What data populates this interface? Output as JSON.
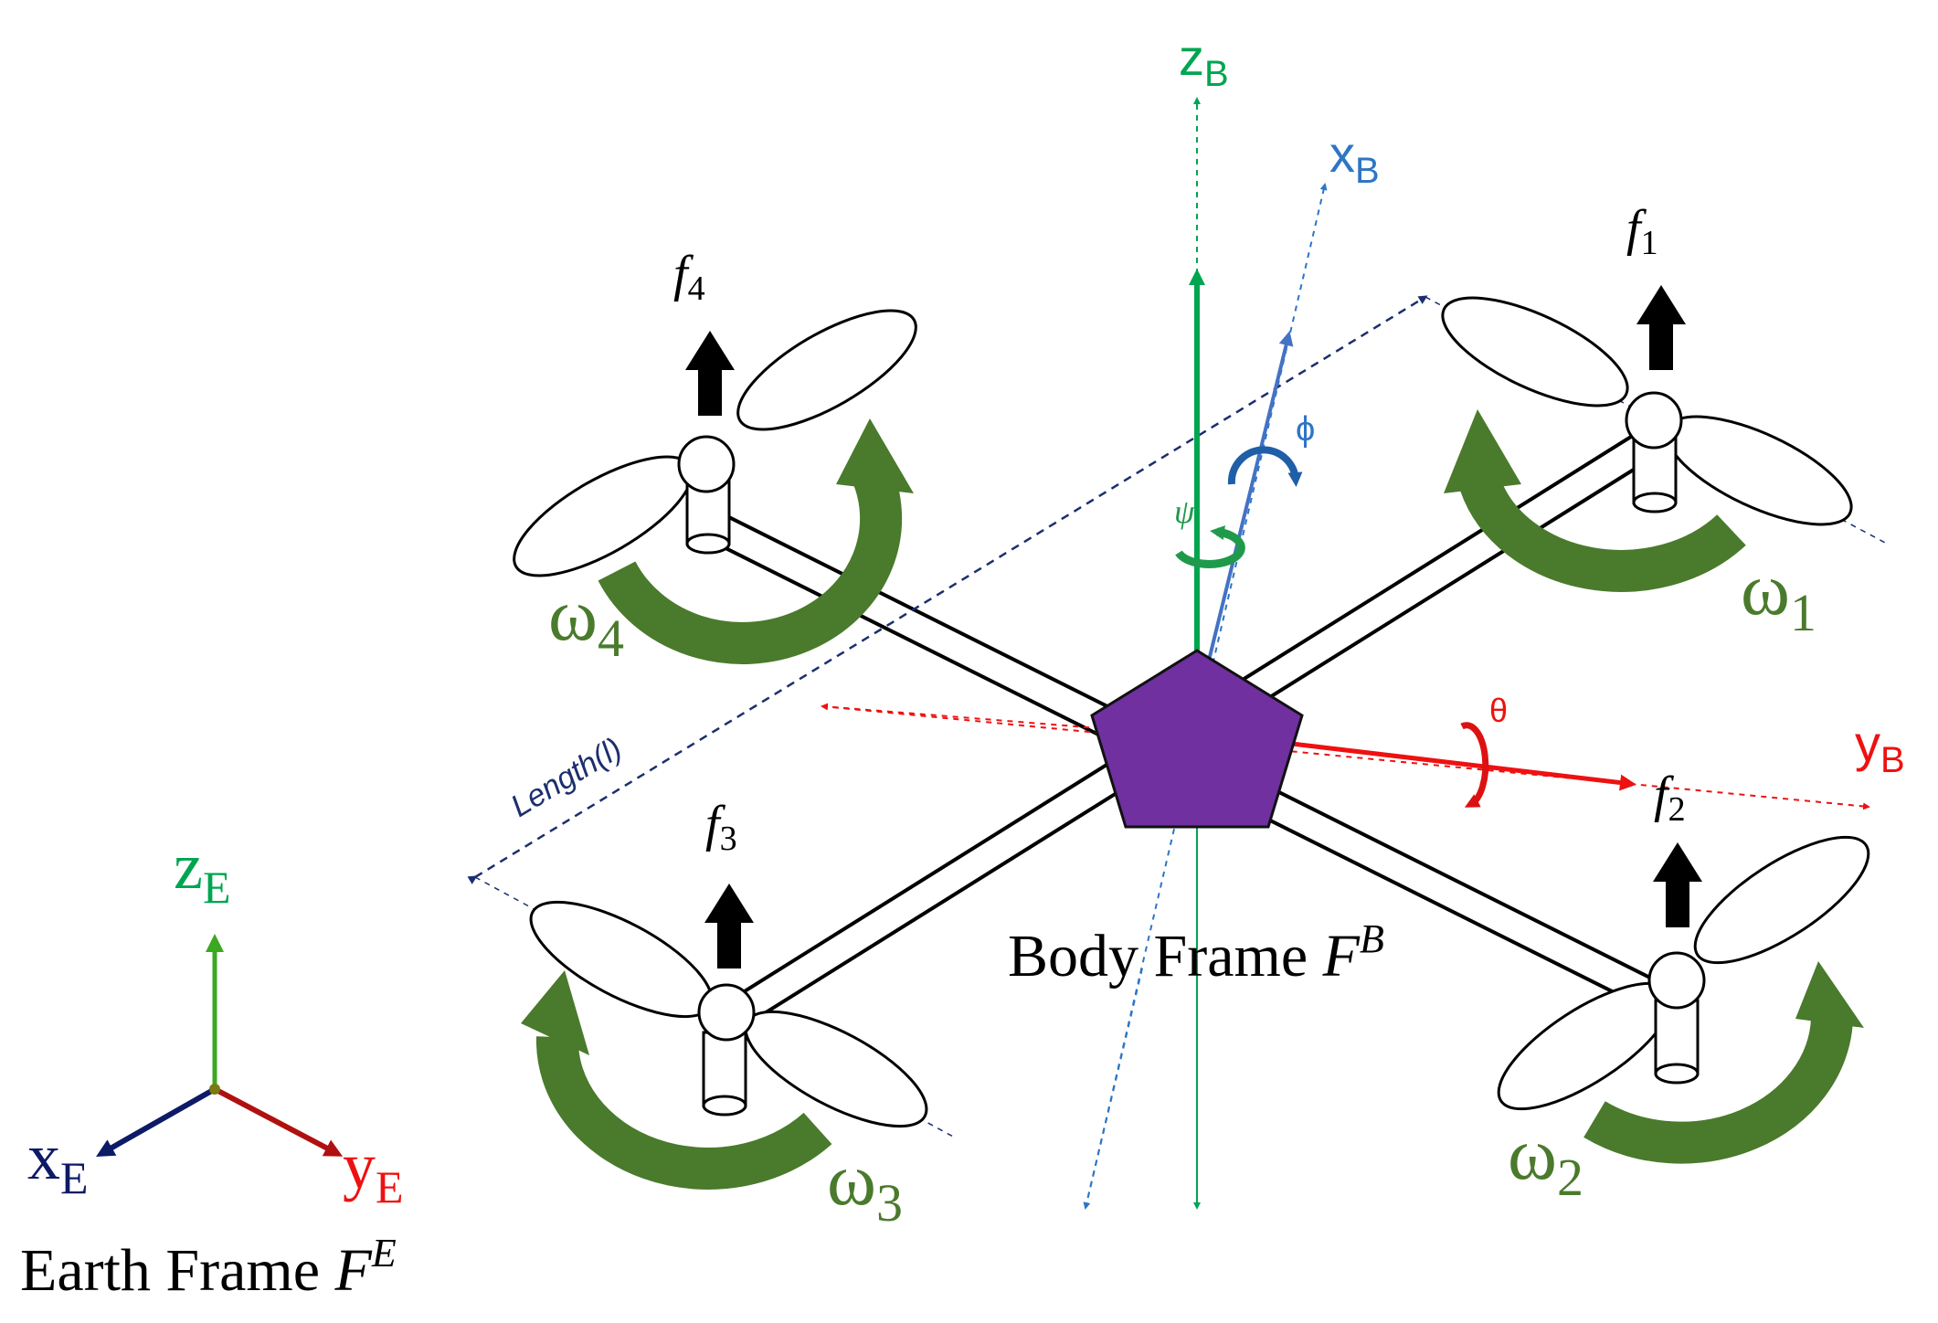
{
  "colors": {
    "green_axis": "#00a550",
    "blue_axis": "#2e75c5",
    "red_axis": "#ee1111",
    "navy": "#1b2f6e",
    "rotor_arrow": "#4a7a2c",
    "body": "#7030a0",
    "black": "#000000"
  },
  "body_frame": {
    "axes": {
      "z": "z",
      "z_sub": "B",
      "x": "x",
      "x_sub": "B",
      "y": "y",
      "y_sub": "B"
    },
    "angles": {
      "psi": "ψ",
      "phi": "ϕ",
      "theta": "θ"
    },
    "label_main": "Body Frame ",
    "label_F": "F",
    "label_sup": "B"
  },
  "length_label": "Length(l)",
  "rotors": [
    {
      "force": "f",
      "force_sub": "1",
      "omega": "ω",
      "omega_sub": "1"
    },
    {
      "force": "f",
      "force_sub": "2",
      "omega": "ω",
      "omega_sub": "2"
    },
    {
      "force": "f",
      "force_sub": "3",
      "omega": "ω",
      "omega_sub": "3"
    },
    {
      "force": "f",
      "force_sub": "4",
      "omega": "ω",
      "omega_sub": "4"
    }
  ],
  "earth_frame": {
    "axes": {
      "z": "z",
      "z_sub": "E",
      "x": "x",
      "x_sub": "E",
      "y": "y",
      "y_sub": "E"
    },
    "label_main": "Earth Frame ",
    "label_F": "F",
    "label_sup": "E"
  }
}
